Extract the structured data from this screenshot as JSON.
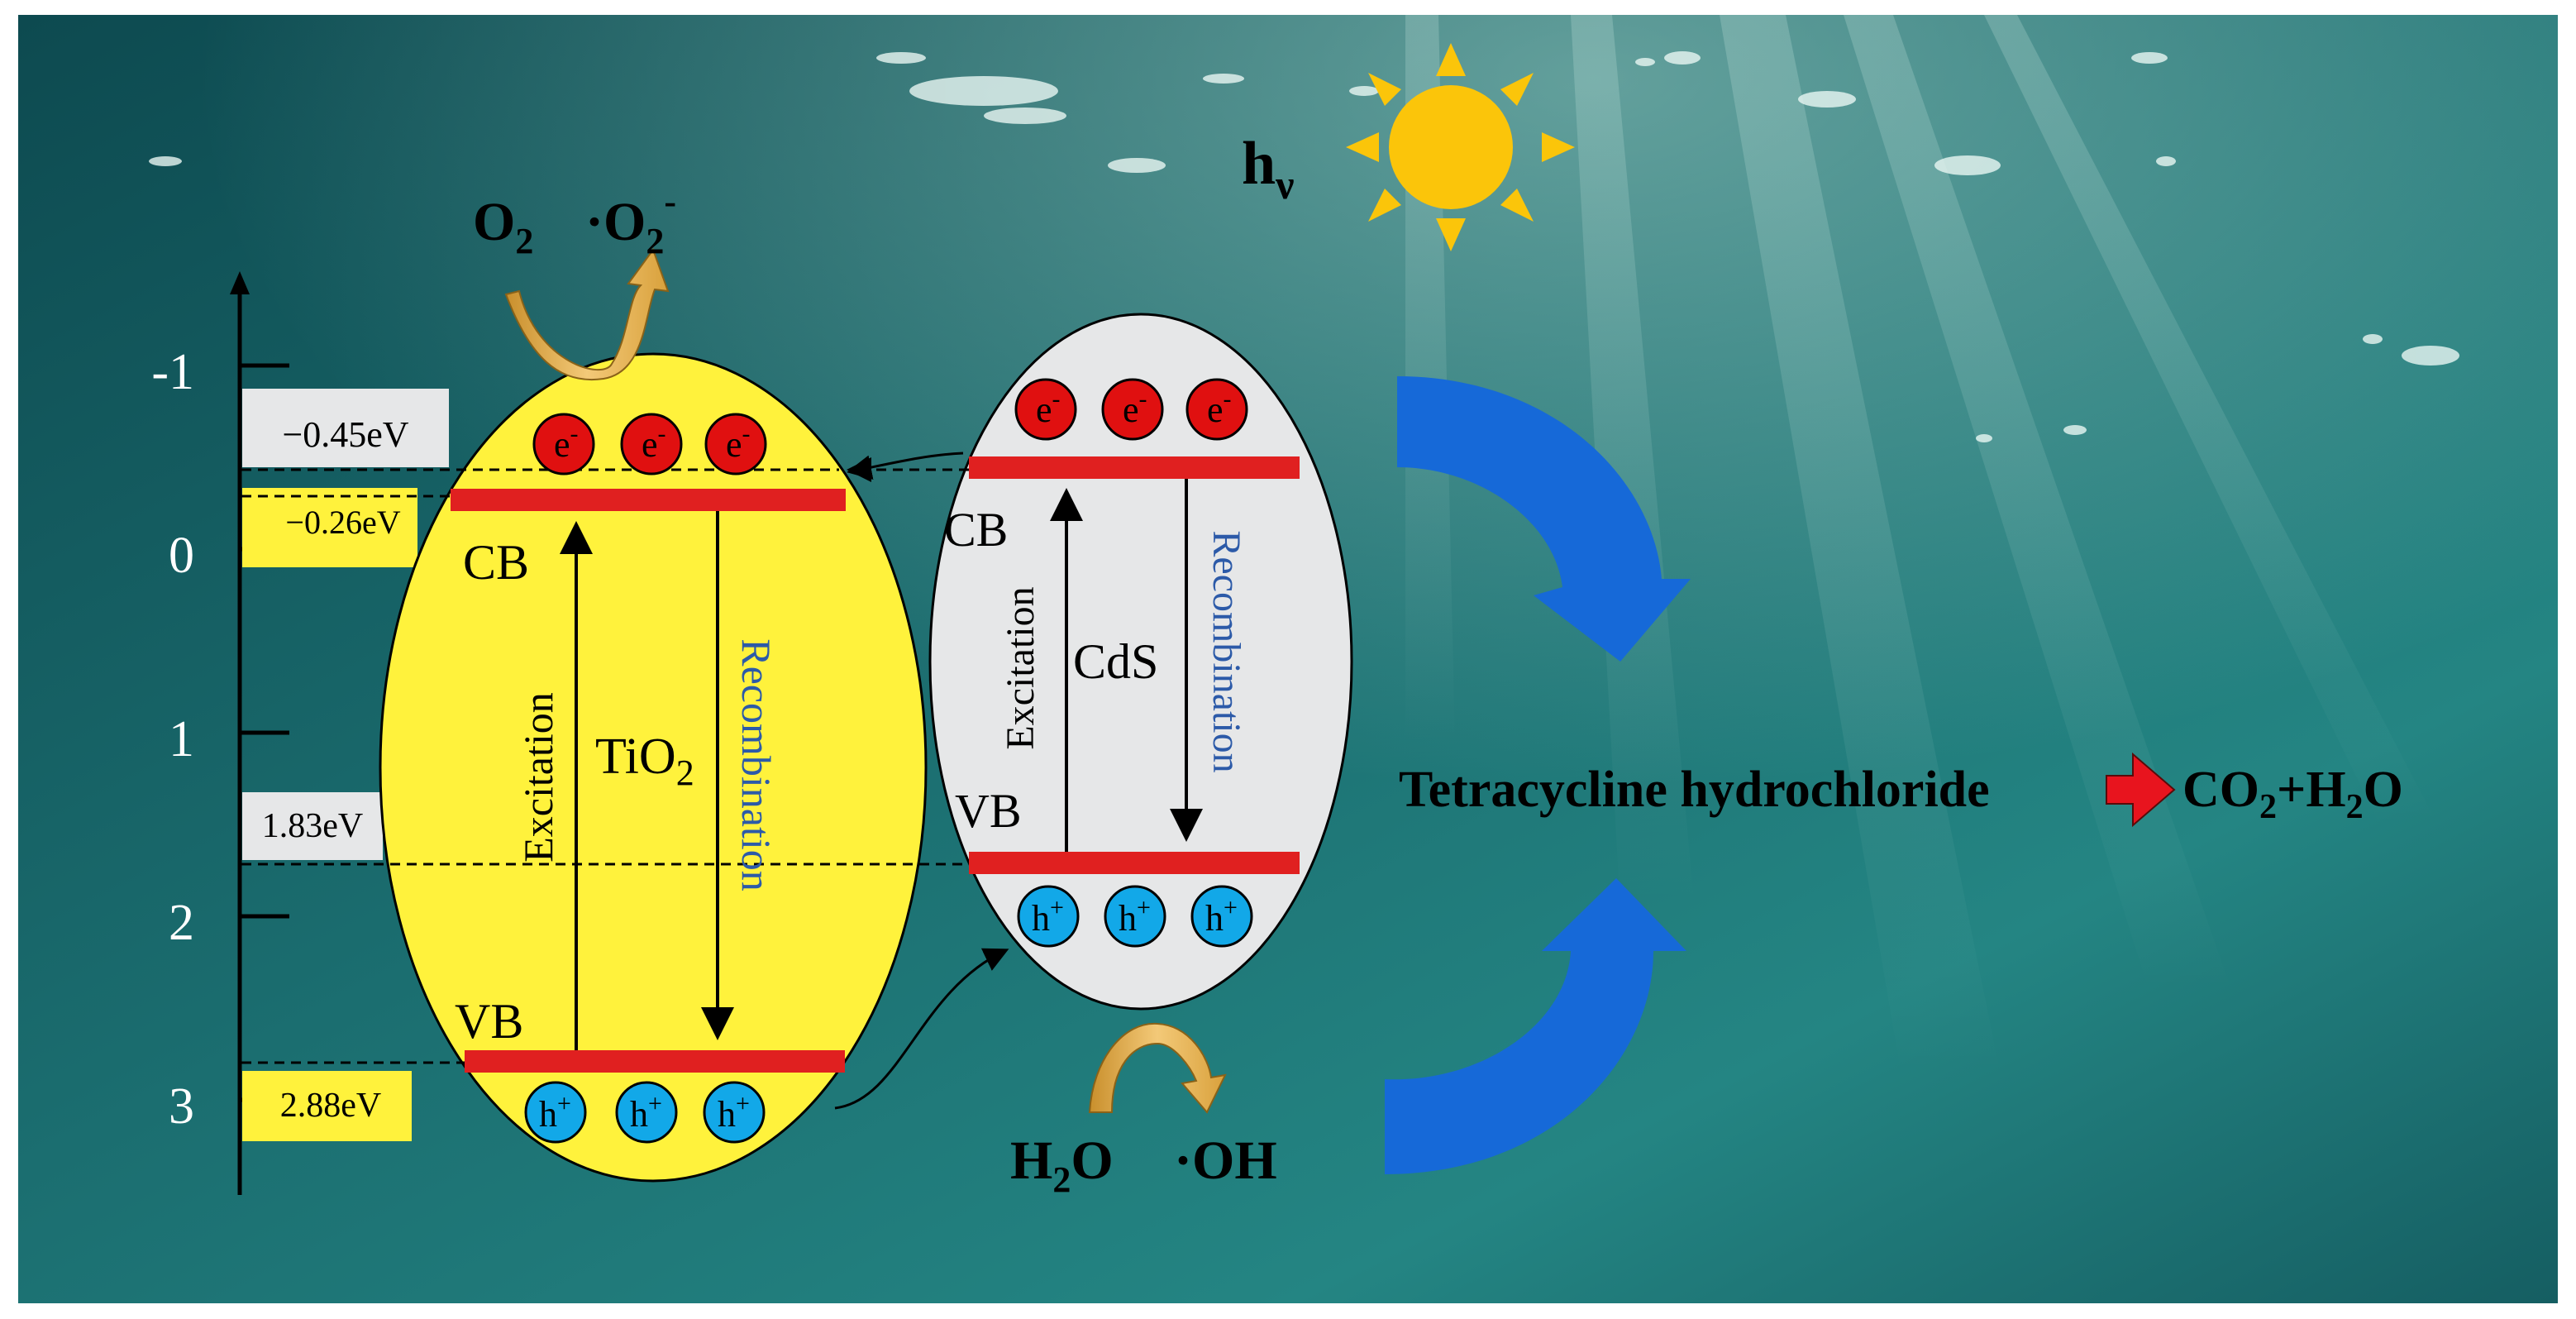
{
  "light": {
    "symbol": "h",
    "subscript": "ν"
  },
  "axis": {
    "ticks": [
      "-1",
      "0",
      "1",
      "2",
      "3"
    ]
  },
  "energy_labels": {
    "tio2_cb": "−0.45eV",
    "cds_cb": "−0.26eV",
    "cds_vb": "1.83eV",
    "tio2_vb": "2.88eV"
  },
  "tio2": {
    "name": "TiO",
    "subscript": "2",
    "cb": "CB",
    "vb": "VB",
    "excitation": "Excitation",
    "recombination": "Recombination",
    "electron": "e",
    "electron_sup": "-",
    "hole": "h",
    "hole_sup": "+"
  },
  "cds": {
    "name": "CdS",
    "cb": "CB",
    "vb": "VB",
    "excitation": "Excitation",
    "recombination": "Recombination",
    "electron": "e",
    "electron_sup": "-",
    "hole": "h",
    "hole_sup": "+"
  },
  "reactions": {
    "oxygen": {
      "reactant": "O",
      "reactant_sub": "2",
      "product_dot": "·O",
      "product_sub": "2",
      "product_sup": "-"
    },
    "water": {
      "reactant": "H",
      "reactant_sub": "2",
      "reactant_end": "O",
      "product": "·OH"
    }
  },
  "degradation": {
    "pollutant": "Tetracycline hydrochloride",
    "products": {
      "p1": "CO",
      "p1_sub": "2",
      "plus": "+H",
      "p2_sub": "2",
      "p2_end": "O"
    }
  },
  "colors": {
    "water_dark": "#0f4e54",
    "water_light": "#2b8f8c",
    "tio2_fill": "#fff23c",
    "cds_fill": "#e6e7e8",
    "band": "#e02020",
    "electron": "#e01010",
    "hole": "#12a8e8",
    "blue_arrow": "#1669d8",
    "sun": "#fbc50a",
    "recombination_text": "#2c5aa8",
    "label_yellow": "#fff23c",
    "label_gray": "#e6e7e8"
  }
}
